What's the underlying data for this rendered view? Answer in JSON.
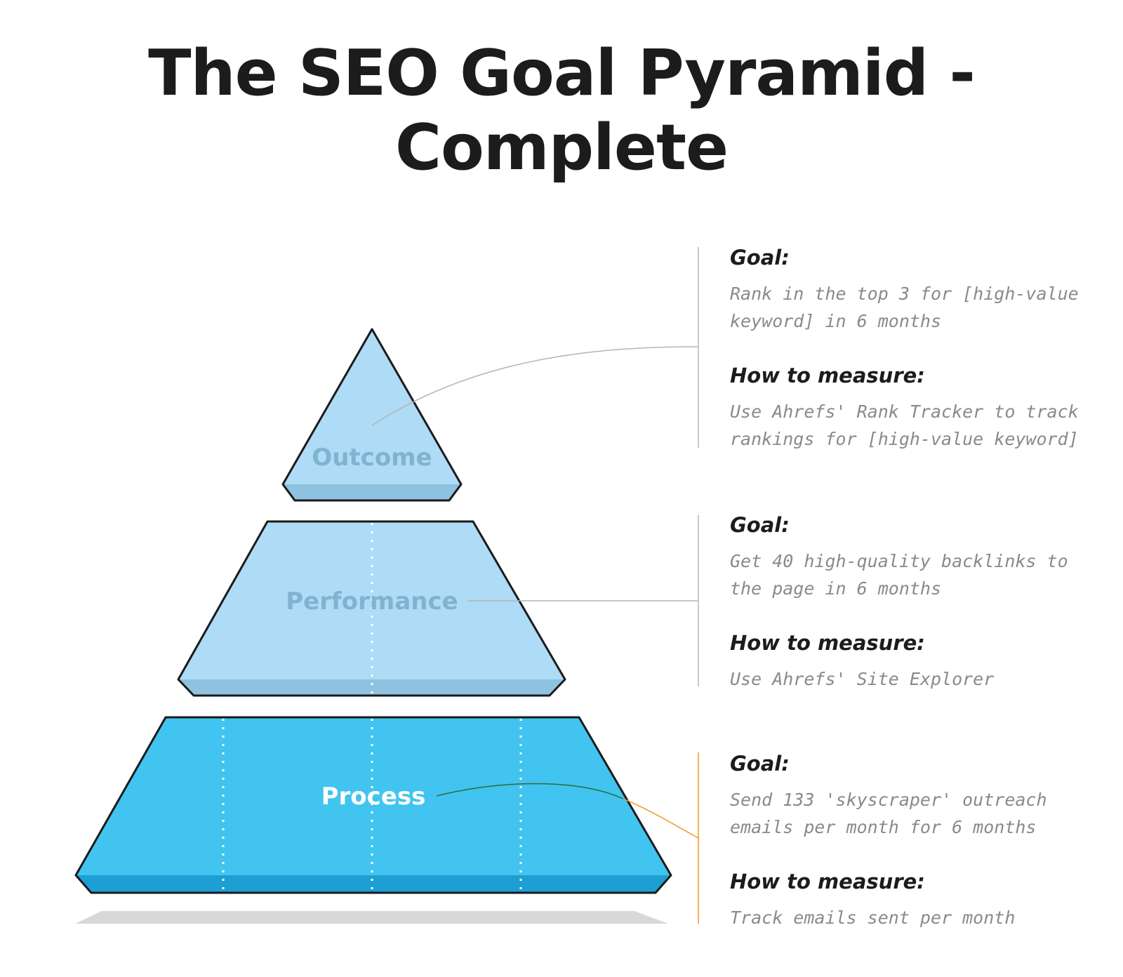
{
  "title": {
    "line1": "The SEO Goal Pyramid -",
    "line2": "Complete"
  },
  "tiers": [
    {
      "label": "Outcome",
      "goal_heading": "Goal:",
      "goal_text": [
        "Rank in the top 3 for [high-value",
        "keyword] in 6 months"
      ],
      "measure_heading": "How to measure:",
      "measure_text": [
        "Use Ahrefs' Rank Tracker to track",
        "rankings for [high-value keyword]"
      ]
    },
    {
      "label": "Performance",
      "goal_heading": "Goal:",
      "goal_text": [
        "Get 40 high-quality backlinks to",
        "the page in 6 months"
      ],
      "measure_heading": "How to measure:",
      "measure_text": [
        "Use Ahrefs' Site Explorer"
      ]
    },
    {
      "label": "Process",
      "goal_heading": "Goal:",
      "goal_text": [
        "Send 133 'skyscraper' outreach",
        "emails per month for 6 months"
      ],
      "measure_heading": "How to measure:",
      "measure_text": [
        "Track emails sent per month"
      ]
    }
  ],
  "colors": {
    "title": "#1c1c1c",
    "light_blue": "#aedbf6",
    "light_blue_base": "#8ec2e0",
    "light_label": "#7fb3cf",
    "bright_blue": "#41c4f0",
    "bright_blue_base": "#1d9fd4",
    "bright_label": "#ffffff",
    "outline": "#1a1a1a",
    "connector_gray": "#b5b5b5",
    "connector_orange": "#f0961e",
    "connector_green": "#2f6b3a",
    "shadow": "#d8d8d8"
  }
}
